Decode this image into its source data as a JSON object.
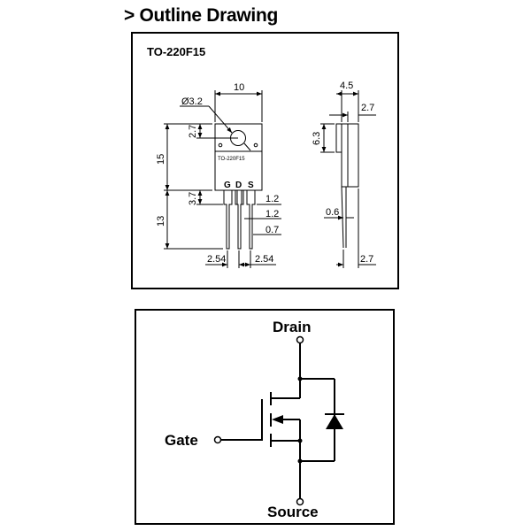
{
  "heading": "> Outline Drawing",
  "package": "TO-220F15",
  "dimensions": {
    "hole_dia": "Ø3.2",
    "width": "10",
    "hole_offset": "2.7",
    "body_height": "15",
    "lead_length": "13",
    "lead_step": "3.7",
    "pitch_left": "2.54",
    "pitch_right": "2.54",
    "lead_width_1": "1.2",
    "lead_width_2": "1.2",
    "lead_thick": "0.7",
    "side_thickness": "4.5",
    "side_top": "2.7",
    "side_bottom": "2.7",
    "side_height": "6.3",
    "lead_side": "0.6"
  },
  "pins": {
    "g": "G",
    "d": "D",
    "s": "S"
  },
  "body_marking": "TO-220F15",
  "circuit": {
    "drain": "Drain",
    "gate": "Gate",
    "source": "Source"
  }
}
